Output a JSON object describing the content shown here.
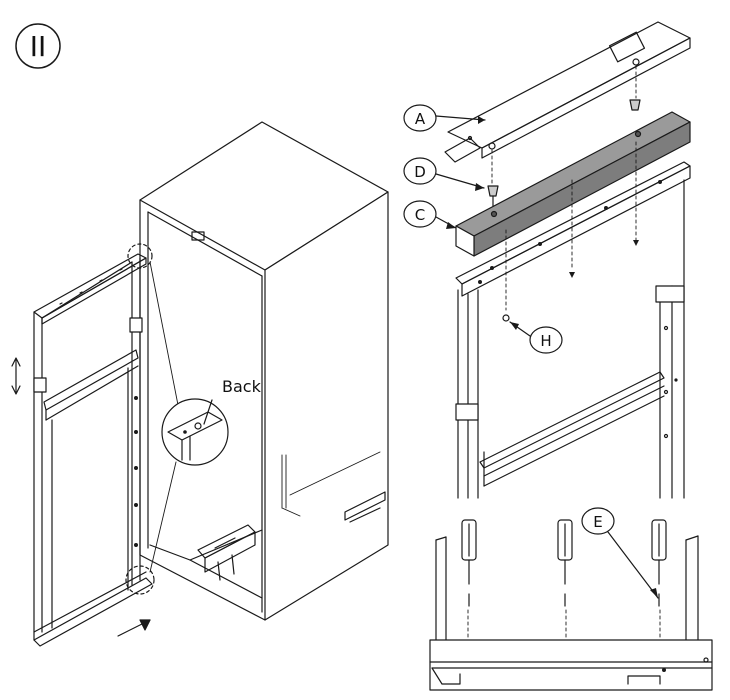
{
  "step": {
    "numeral": "II"
  },
  "detail_labels": {
    "back": "Back"
  },
  "parts": [
    {
      "letter": "A"
    },
    {
      "letter": "D"
    },
    {
      "letter": "C"
    },
    {
      "letter": "H"
    },
    {
      "letter": "E"
    }
  ],
  "colors": {
    "ink": "#1a1a1a",
    "shade": "#8f8f8f",
    "paper": "#ffffff"
  }
}
